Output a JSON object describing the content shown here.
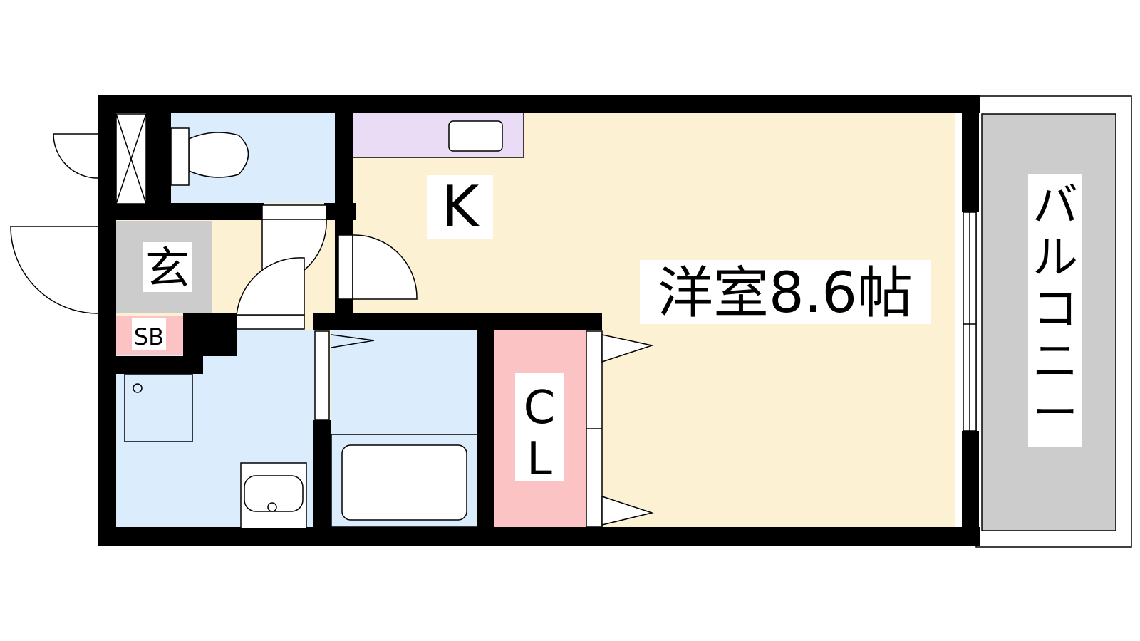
{
  "labels": {
    "kitchen": "K",
    "western_room": "洋室8.6帖",
    "entrance": "玄",
    "shoe_box": "SB",
    "closet_top": "C",
    "closet_bottom": "L",
    "balcony": [
      "バ",
      "ル",
      "コ",
      "ニ",
      "ー"
    ]
  },
  "colors": {
    "wall": "#000000",
    "living": "#fdf1d3",
    "wet_area": "#dbecfd",
    "kitchen_counter": "#ebdcf5",
    "entrance": "#cccccc",
    "shoe_box": "#fbc3c3",
    "closet": "#fbc3c3",
    "balcony": "#cccccc"
  }
}
